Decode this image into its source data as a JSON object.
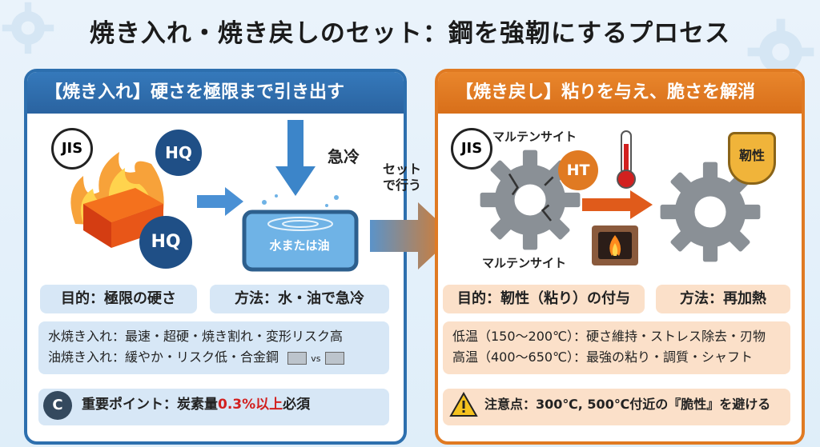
{
  "title": "焼き入れ・焼き戻しのセット：鋼を強靭にするプロセス",
  "left": {
    "header": "【焼き入れ】硬さを極限まで引き出す",
    "jis": "JIS",
    "hq_top": "HQ",
    "hq_bottom": "HQ",
    "quench_label": "急冷",
    "tank_label": "水または油",
    "purpose": "目的：極限の硬さ",
    "method": "方法：水・油で急冷",
    "info_line1": "水焼き入れ：最速・超硬・焼き割れ・変形リスク高",
    "info_line2": "油焼き入れ：緩やか・リスク低・合金鋼",
    "vs": "vs",
    "carbon_symbol": "C",
    "point_prefix": "重要ポイント：炭素量",
    "point_highlight": "0.3%以上",
    "point_suffix": "必須"
  },
  "center": {
    "set_line1": "セット",
    "set_line2": "で行う"
  },
  "right": {
    "header": "【焼き戻し】粘りを与え、脆さを解消",
    "jis": "JIS",
    "martensite_top": "マルテンサイト",
    "martensite_bottom": "マルテンサイト",
    "ht": "HT",
    "toughness_badge": "靭性",
    "purpose": "目的：靭性（粘り）の付与",
    "method": "方法：再加熱",
    "info_line1": "低温（150～200℃）：硬さ維持・ストレス除去・刃物",
    "info_line2": "高温（400～650℃）：最強の粘り・調質・シャフト",
    "caution": "注意点：300℃, 500℃付近の『脆性』を避ける"
  },
  "colors": {
    "blue": "#2d6fae",
    "orange": "#e07a22",
    "red": "#d2201f"
  }
}
